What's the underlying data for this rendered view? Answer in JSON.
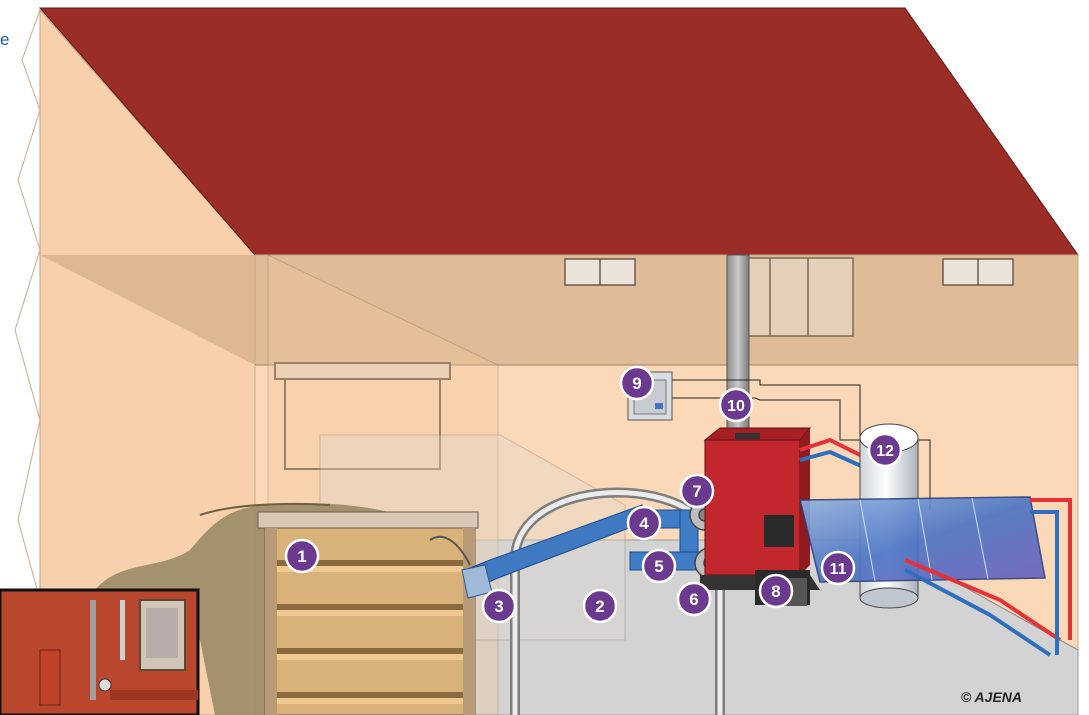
{
  "corner_text": "e",
  "copyright": "© AJENA",
  "markers": [
    {
      "id": 1,
      "label": "1"
    },
    {
      "id": 2,
      "label": "2"
    },
    {
      "id": 3,
      "label": "3"
    },
    {
      "id": 4,
      "label": "4"
    },
    {
      "id": 5,
      "label": "5"
    },
    {
      "id": 6,
      "label": "6"
    },
    {
      "id": 7,
      "label": "7"
    },
    {
      "id": 8,
      "label": "8"
    },
    {
      "id": 9,
      "label": "9"
    },
    {
      "id": 10,
      "label": "10"
    },
    {
      "id": 11,
      "label": "11"
    },
    {
      "id": 12,
      "label": "12"
    }
  ],
  "colors": {
    "roof": "#9b2d27",
    "wall": "#fbd9b8",
    "floor": "#d2d2d2",
    "boiler": "#c2272d",
    "marker_fill": "#6b3a8e",
    "marker_ring": "#ffffff",
    "pipe_blue": "#3a78c0",
    "hot_red": "#e53238",
    "cold_blue": "#2f6fc0",
    "corner_text": "#1e5fa8"
  }
}
